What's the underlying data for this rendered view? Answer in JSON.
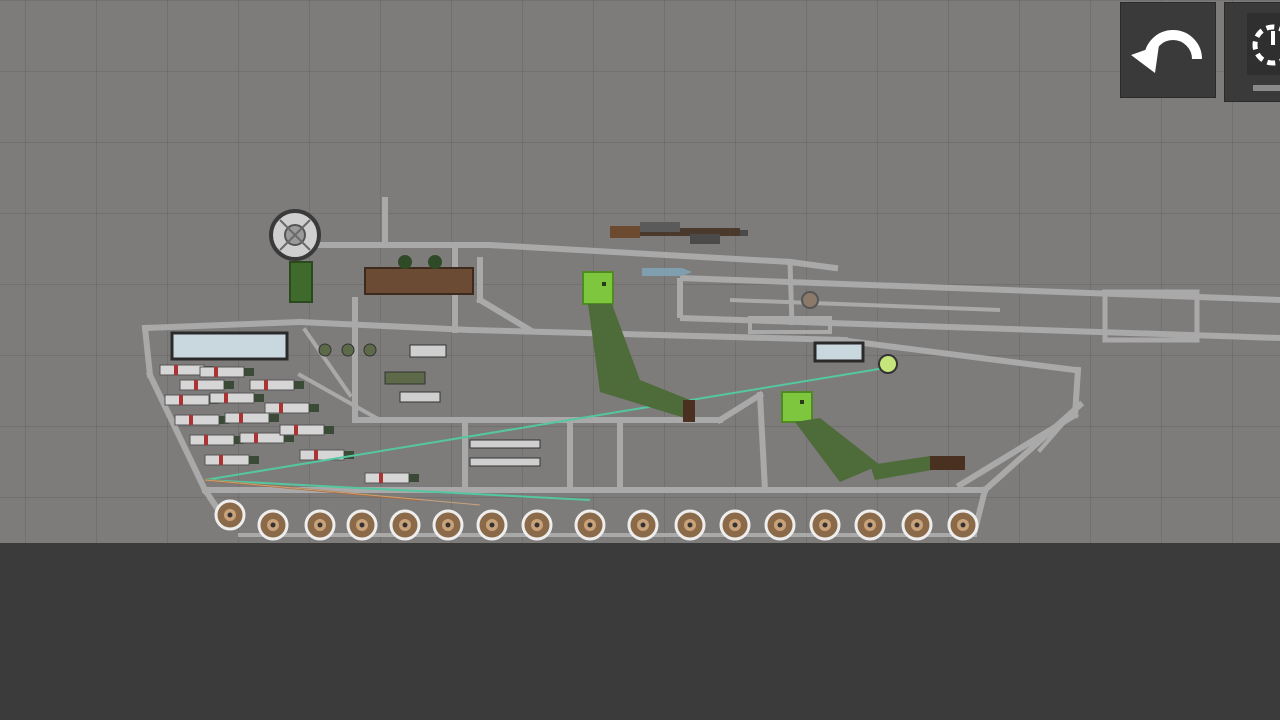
{
  "toolbar": {
    "undo_icon": "undo-arrow-icon",
    "time_icon": "slow-motion-dial-icon"
  },
  "scene": {
    "vehicle": "tank",
    "characters": [
      "melon-soldier",
      "melon-soldier"
    ],
    "weapons": [
      "machine-gun"
    ]
  },
  "colors": {
    "sandbox_background": "#7e7c7a",
    "ground": "#3b3b3b",
    "frame_metal": "#a9a9a9",
    "melon_skin": "#7dc63d",
    "camo": "#4e6b3a",
    "cable": "#55c7a0",
    "button_bg": "#3a3a3a"
  }
}
